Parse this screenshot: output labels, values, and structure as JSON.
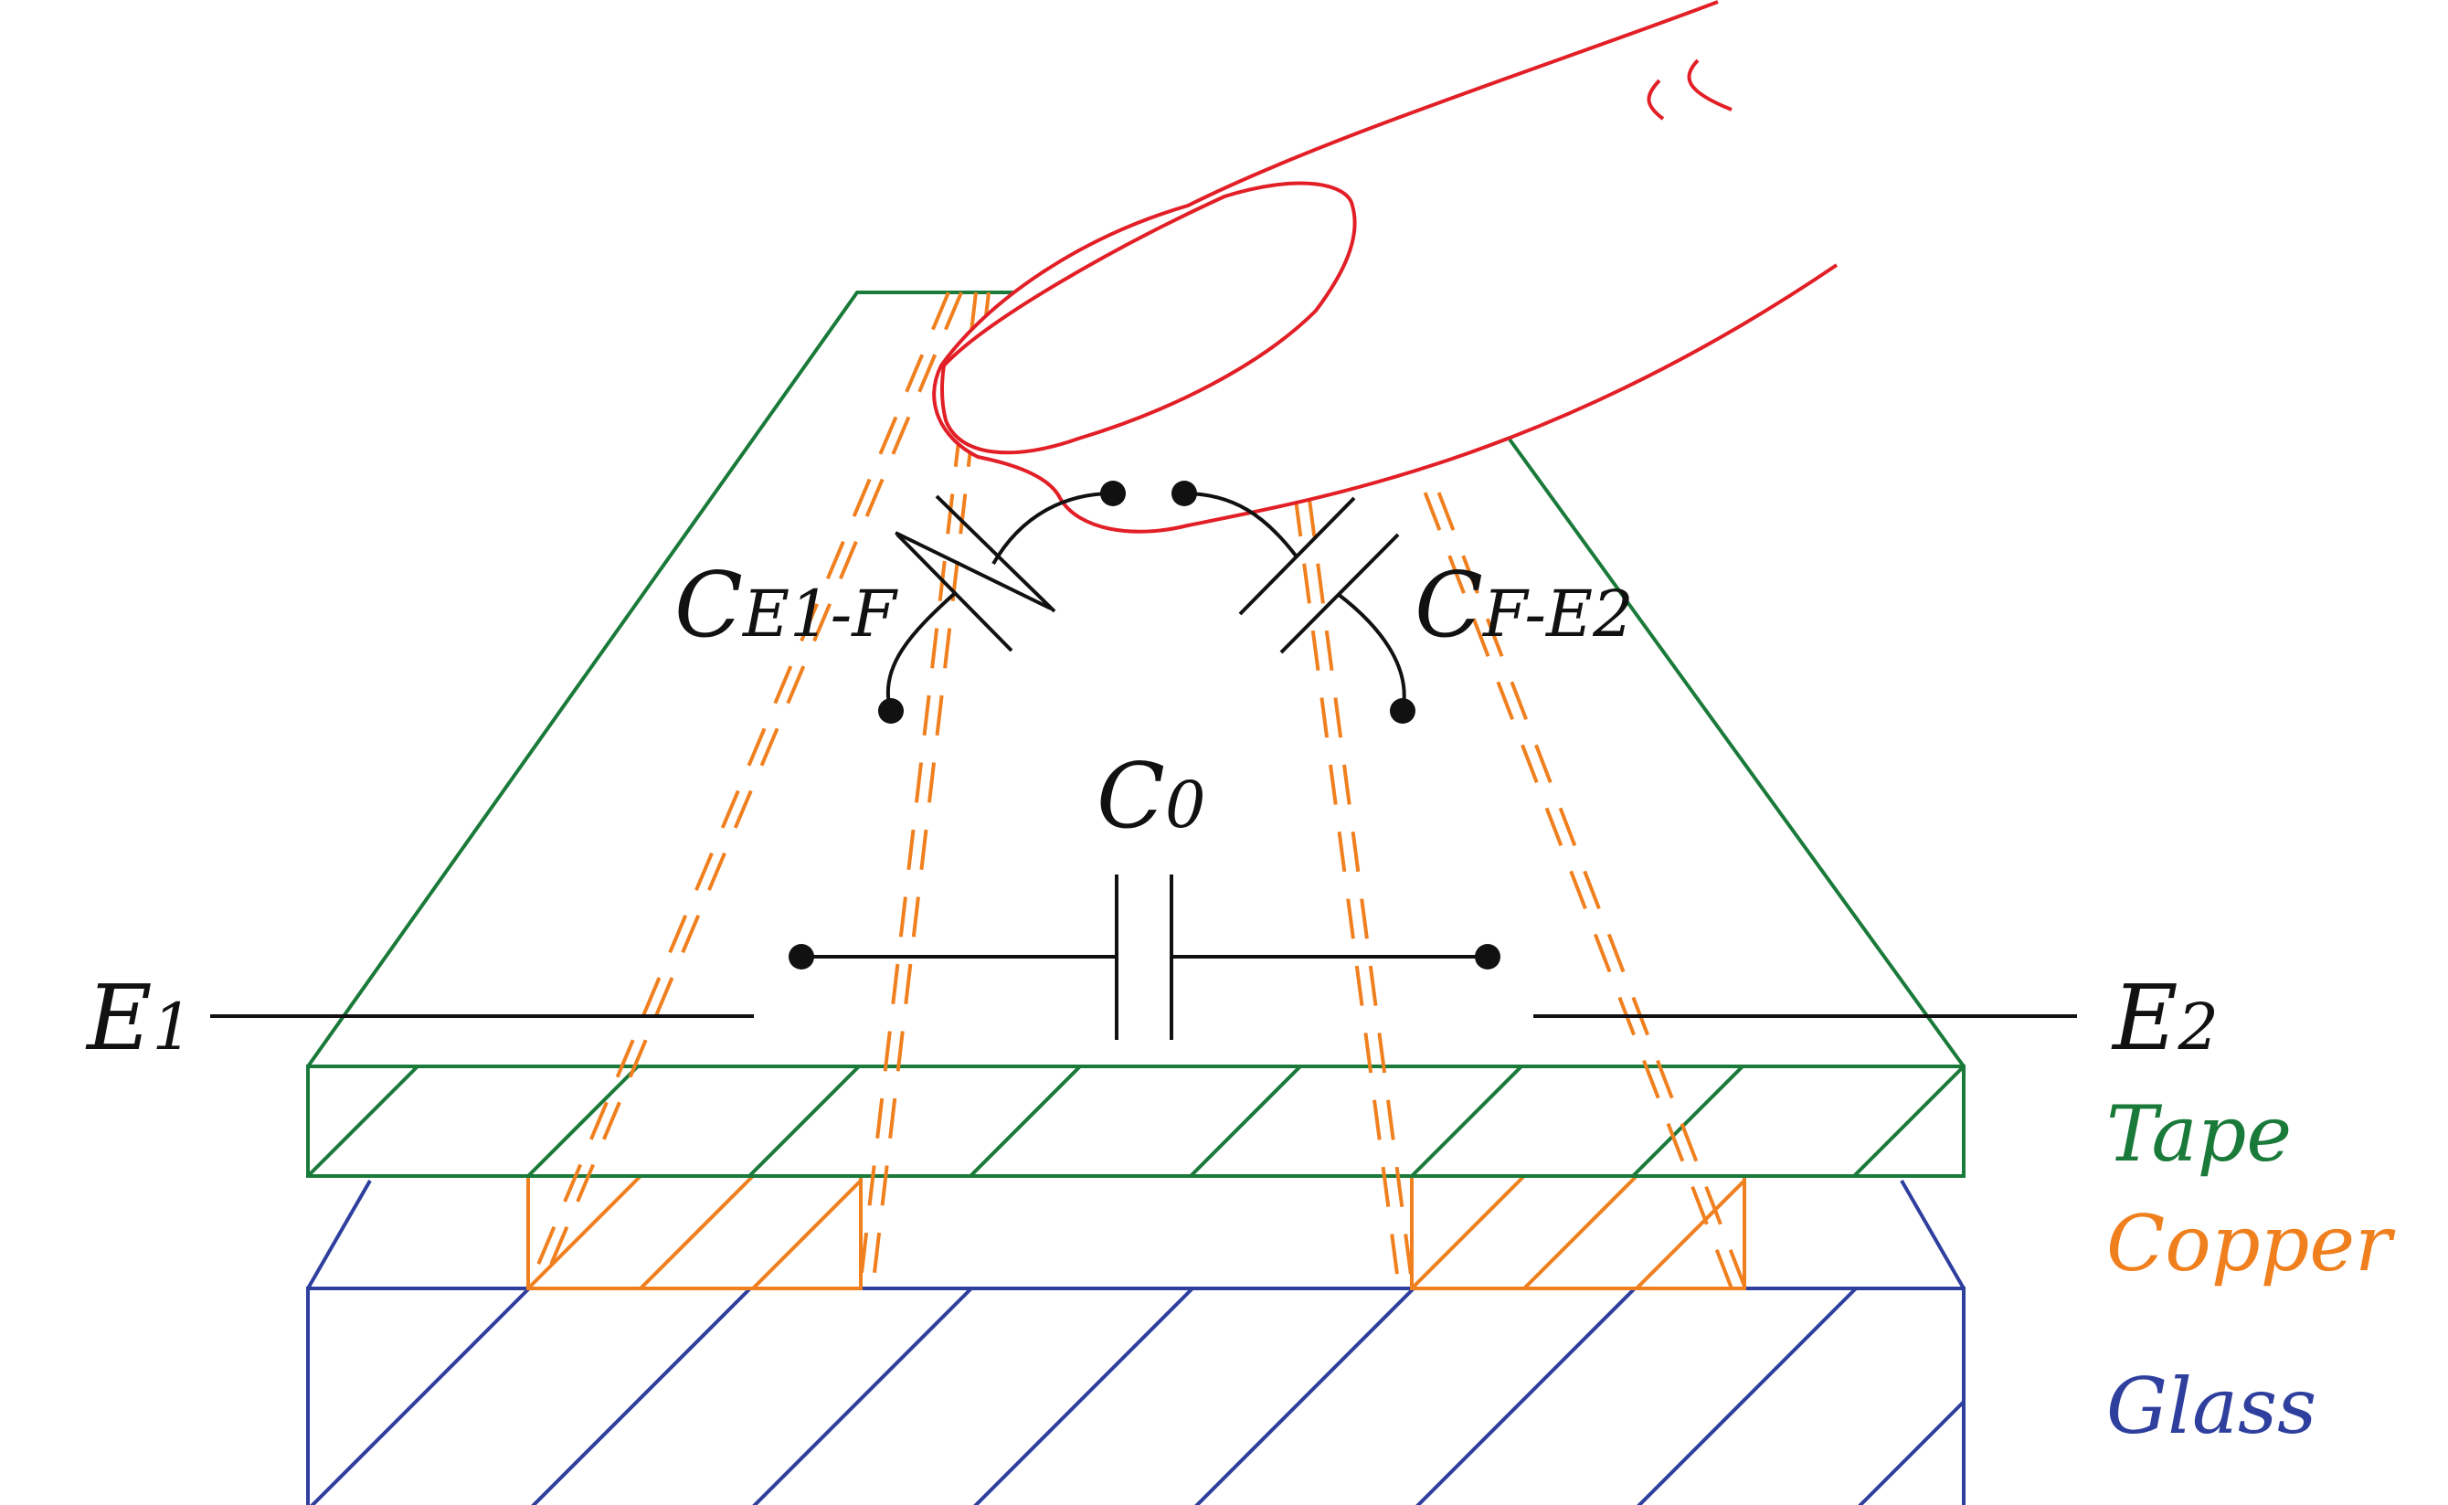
{
  "labels": {
    "e1": {
      "main": "E",
      "sub": "1"
    },
    "e2": {
      "main": "E",
      "sub": "2"
    },
    "c0": {
      "main": "C",
      "sub": "0"
    },
    "c_e1_f": {
      "main": "C",
      "sub": "E1-F"
    },
    "c_f_e2": {
      "main": "C",
      "sub": "F-E2"
    }
  },
  "layers": {
    "tape": "Tape",
    "copper": "Copper",
    "glass": "Glass"
  },
  "colors": {
    "tape": "#1a7a3a",
    "copper": "#f07f1e",
    "glass": "#2e3f9e",
    "finger": "#e21f26",
    "circuit": "#111111"
  }
}
